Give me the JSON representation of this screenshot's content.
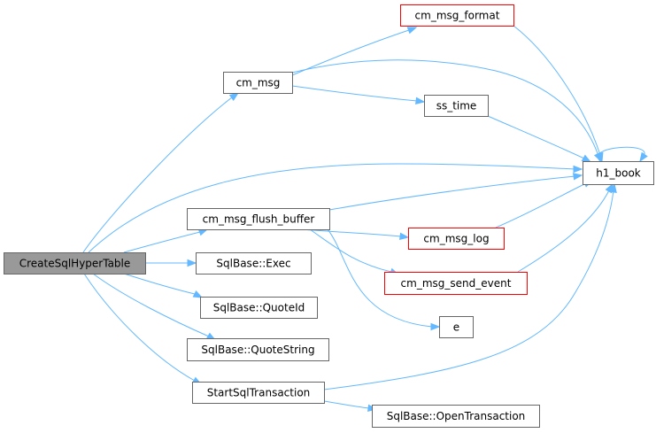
{
  "colors": {
    "edge": "#63b8ff",
    "node_fill": "#ffffff",
    "node_border": "#666666",
    "node_border_external": "#ff0000",
    "root_fill": "#999999",
    "text": "#000000"
  },
  "nodes": {
    "create_sql_hyper_table": {
      "label": "CreateSqlHyperTable",
      "role": "root"
    },
    "cm_msg": {
      "label": "cm_msg",
      "role": "normal"
    },
    "cm_msg_format": {
      "label": "cm_msg_format",
      "role": "external"
    },
    "ss_time": {
      "label": "ss_time",
      "role": "normal"
    },
    "h1_book": {
      "label": "h1_book",
      "role": "normal"
    },
    "cm_msg_flush_buffer": {
      "label": "cm_msg_flush_buffer",
      "role": "normal"
    },
    "cm_msg_log": {
      "label": "cm_msg_log",
      "role": "external"
    },
    "cm_msg_send_event": {
      "label": "cm_msg_send_event",
      "role": "external"
    },
    "e": {
      "label": "e",
      "role": "normal"
    },
    "sqlbase_exec": {
      "label": "SqlBase::Exec",
      "role": "normal"
    },
    "sqlbase_quoteid": {
      "label": "SqlBase::QuoteId",
      "role": "normal"
    },
    "sqlbase_quotestring": {
      "label": "SqlBase::QuoteString",
      "role": "normal"
    },
    "start_sql_transaction": {
      "label": "StartSqlTransaction",
      "role": "normal"
    },
    "sqlbase_opentransaction": {
      "label": "SqlBase::OpenTransaction",
      "role": "normal"
    }
  },
  "edges": [
    {
      "from": "create_sql_hyper_table",
      "to": "cm_msg"
    },
    {
      "from": "create_sql_hyper_table",
      "to": "h1_book"
    },
    {
      "from": "create_sql_hyper_table",
      "to": "cm_msg_flush_buffer"
    },
    {
      "from": "create_sql_hyper_table",
      "to": "sqlbase_exec"
    },
    {
      "from": "create_sql_hyper_table",
      "to": "sqlbase_quoteid"
    },
    {
      "from": "create_sql_hyper_table",
      "to": "sqlbase_quotestring"
    },
    {
      "from": "create_sql_hyper_table",
      "to": "start_sql_transaction"
    },
    {
      "from": "cm_msg",
      "to": "cm_msg_format"
    },
    {
      "from": "cm_msg",
      "to": "h1_book"
    },
    {
      "from": "cm_msg",
      "to": "ss_time"
    },
    {
      "from": "cm_msg_format",
      "to": "h1_book"
    },
    {
      "from": "ss_time",
      "to": "h1_book"
    },
    {
      "from": "h1_book",
      "to": "h1_book"
    },
    {
      "from": "cm_msg_flush_buffer",
      "to": "h1_book"
    },
    {
      "from": "cm_msg_flush_buffer",
      "to": "cm_msg_log"
    },
    {
      "from": "cm_msg_flush_buffer",
      "to": "cm_msg_send_event"
    },
    {
      "from": "cm_msg_flush_buffer",
      "to": "e"
    },
    {
      "from": "cm_msg_log",
      "to": "h1_book"
    },
    {
      "from": "cm_msg_send_event",
      "to": "h1_book"
    },
    {
      "from": "start_sql_transaction",
      "to": "h1_book"
    },
    {
      "from": "start_sql_transaction",
      "to": "sqlbase_opentransaction"
    }
  ]
}
